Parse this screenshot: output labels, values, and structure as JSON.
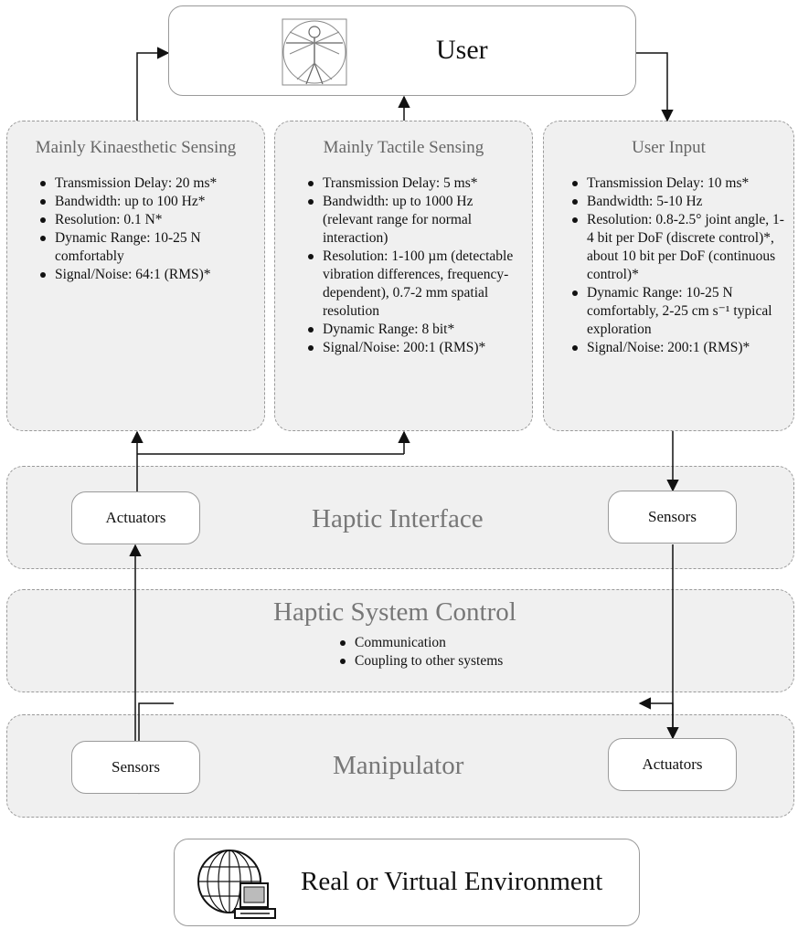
{
  "user": {
    "label": "User",
    "icon": "vitruvian-man-icon"
  },
  "environment": {
    "label": "Real or Virtual Environment",
    "icon": "globe-computer-icon"
  },
  "kinaesthetic": {
    "title": "Mainly Kinaesthetic Sensing",
    "items": [
      "Transmission Delay: 20 ms*",
      "Bandwidth: up to 100 Hz*",
      "Resolution: 0.1 N*",
      "Dynamic Range: 10-25 N comfortably",
      "Signal/Noise: 64:1 (RMS)*"
    ]
  },
  "tactile": {
    "title": "Mainly Tactile Sensing",
    "items": [
      "Transmission Delay: 5 ms*",
      "Bandwidth: up to 1000 Hz (relevant range for normal interaction)",
      "Resolution: 1-100 µm (detectable vibration differences, frequency-dependent), 0.7-2 mm spatial resolution",
      "Dynamic Range: 8 bit*",
      "Signal/Noise: 200:1 (RMS)*"
    ]
  },
  "user_input": {
    "title": "User Input",
    "items": [
      "Transmission Delay: 10 ms*",
      "Bandwidth: 5-10 Hz",
      "Resolution: 0.8-2.5° joint angle, 1-4 bit per DoF (discrete control)*, about 10 bit per DoF (continuous control)*",
      "Dynamic Range: 10-25 N comfortably, 2-25 cm s⁻¹ typical exploration",
      "Signal/Noise: 200:1 (RMS)*"
    ]
  },
  "haptic_interface": {
    "title": "Haptic Interface",
    "left_node": "Actuators",
    "right_node": "Sensors"
  },
  "haptic_control": {
    "title": "Haptic System Control",
    "items": [
      "Communication",
      "Coupling to other systems"
    ]
  },
  "manipulator": {
    "title": "Manipulator",
    "left_node": "Sensors",
    "right_node": "Actuators"
  },
  "colors": {
    "band_fill": "#f0f0f0",
    "border": "#9a9a9a",
    "title_gray": "#777777",
    "line": "#111111"
  }
}
